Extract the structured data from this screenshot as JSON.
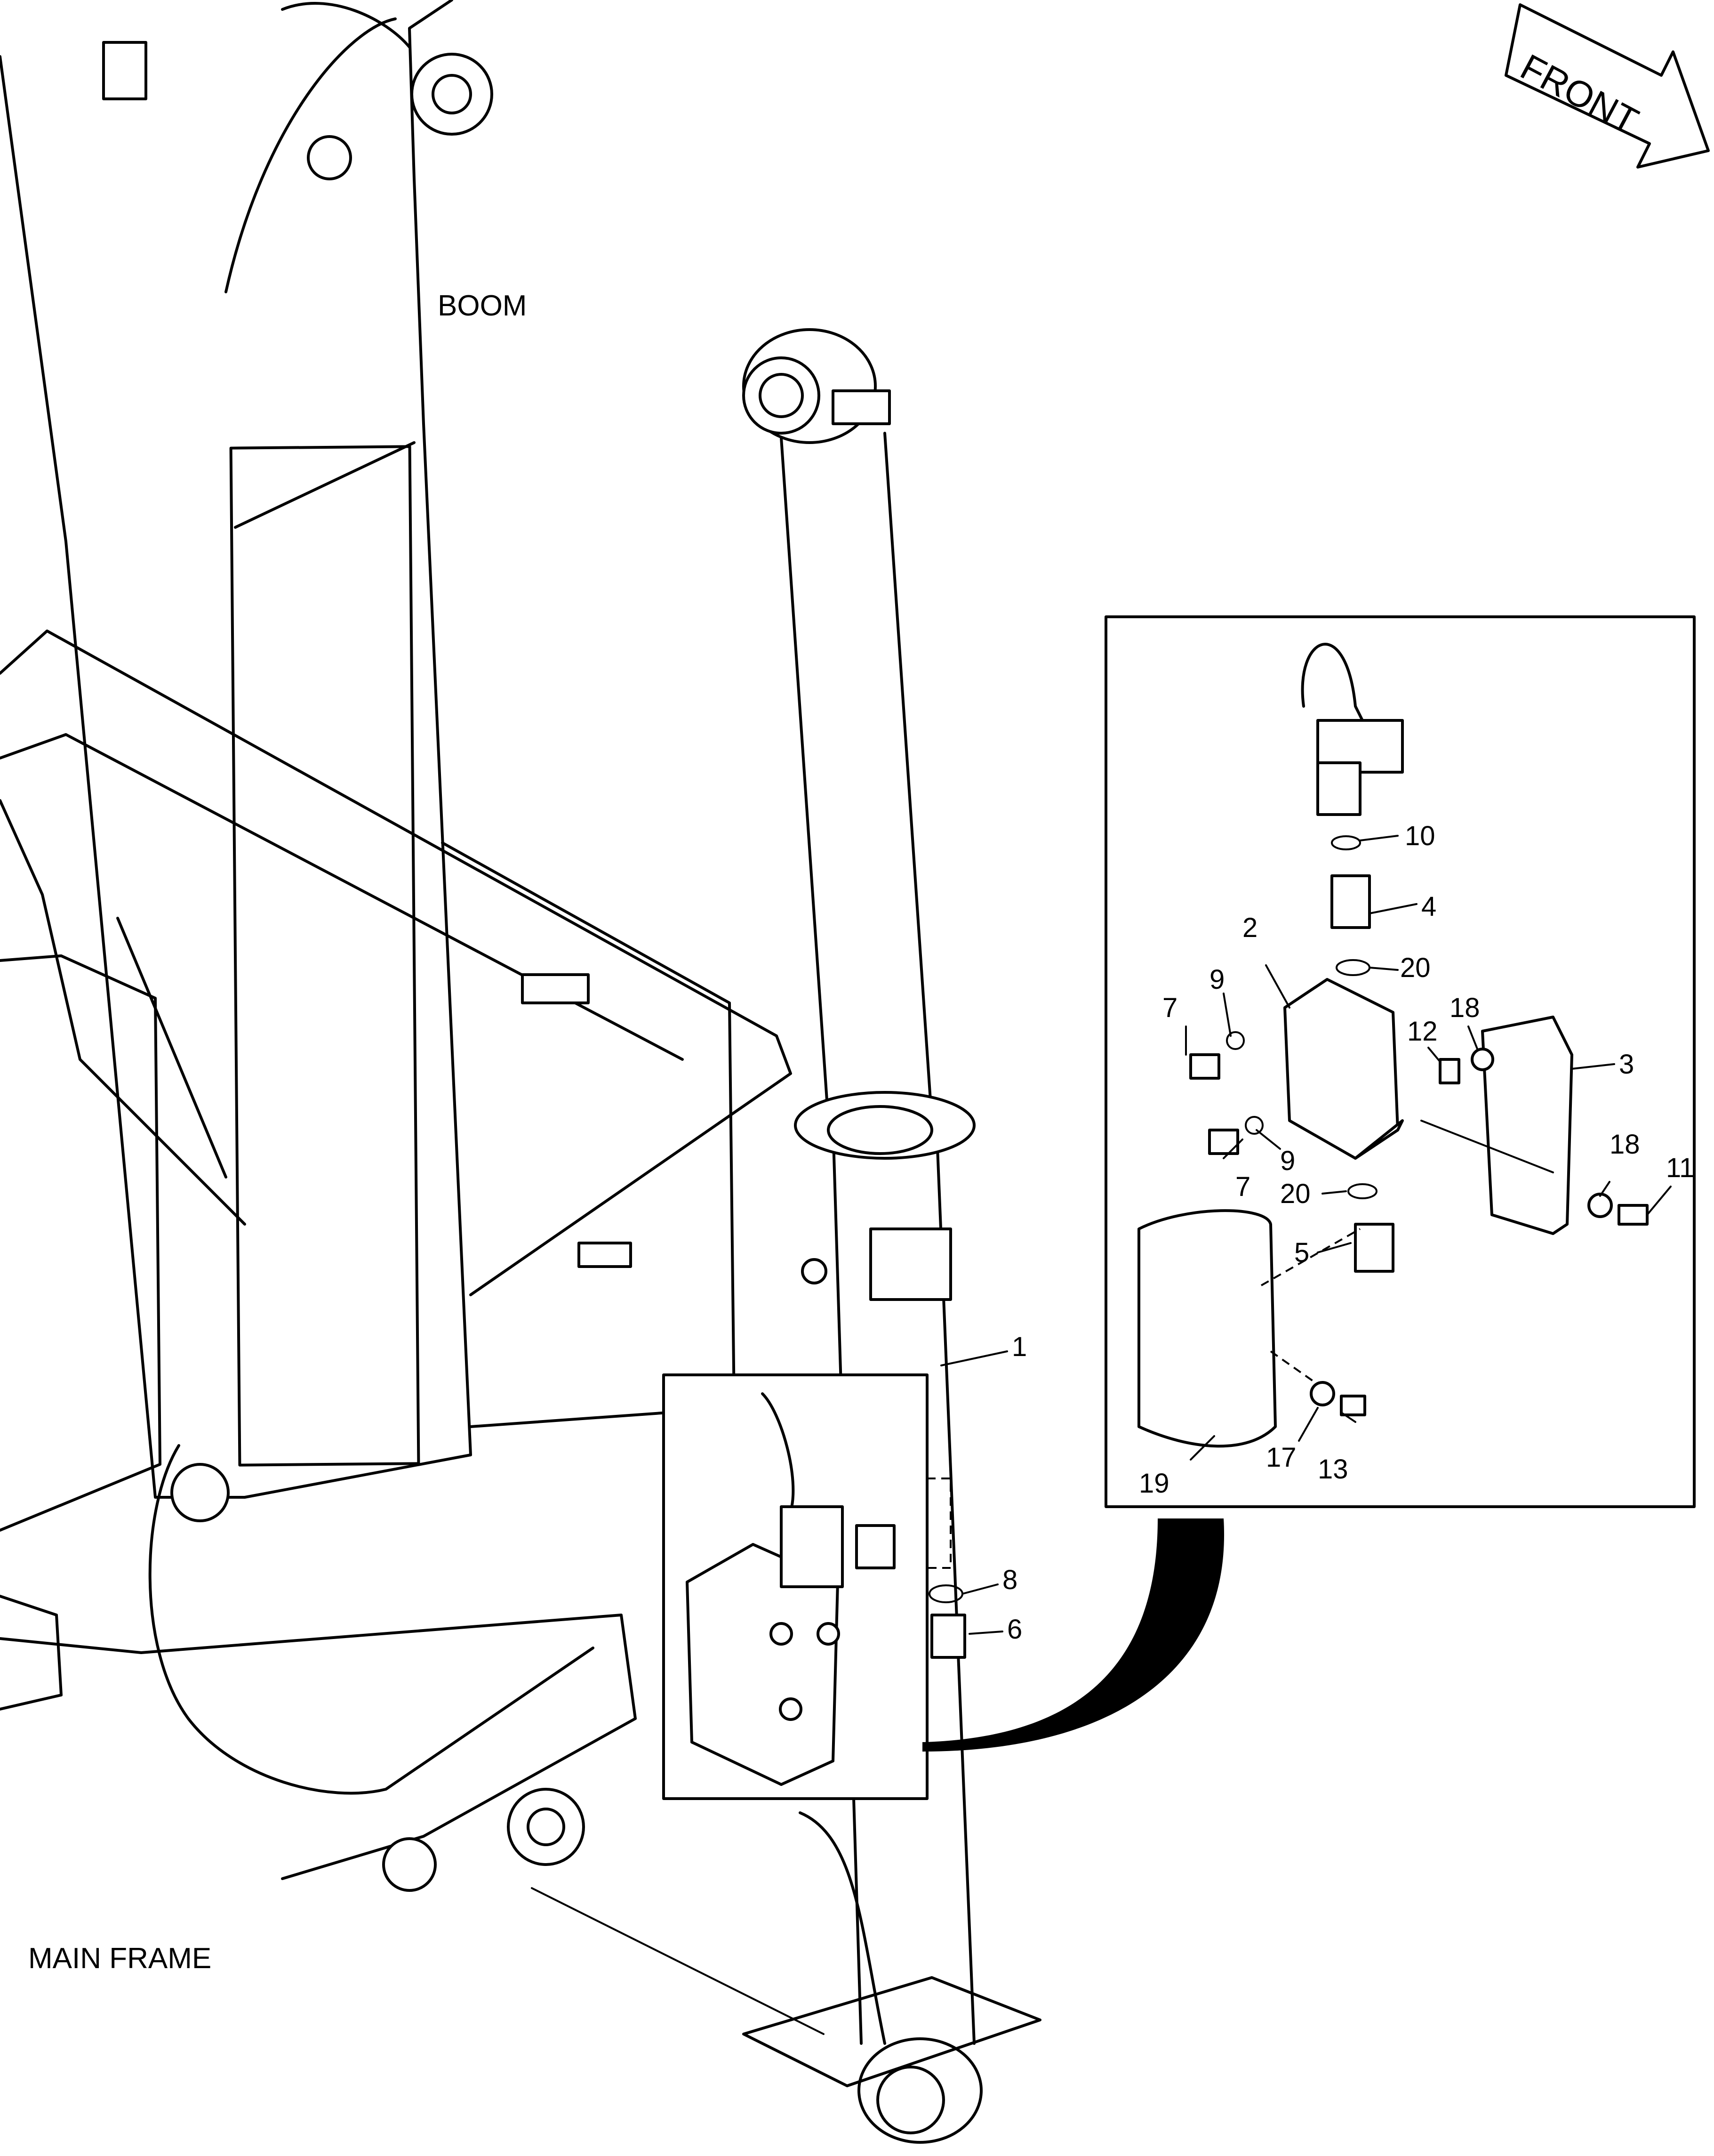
{
  "labels": {
    "front": "FRONT",
    "boom": "BOOM",
    "main_frame": "MAIN FRAME"
  },
  "callouts": [
    "1",
    "2",
    "3",
    "4",
    "5",
    "6",
    "7",
    "7",
    "8",
    "9",
    "9",
    "10",
    "11",
    "12",
    "13",
    "17",
    "18",
    "18",
    "19",
    "20",
    "20"
  ]
}
